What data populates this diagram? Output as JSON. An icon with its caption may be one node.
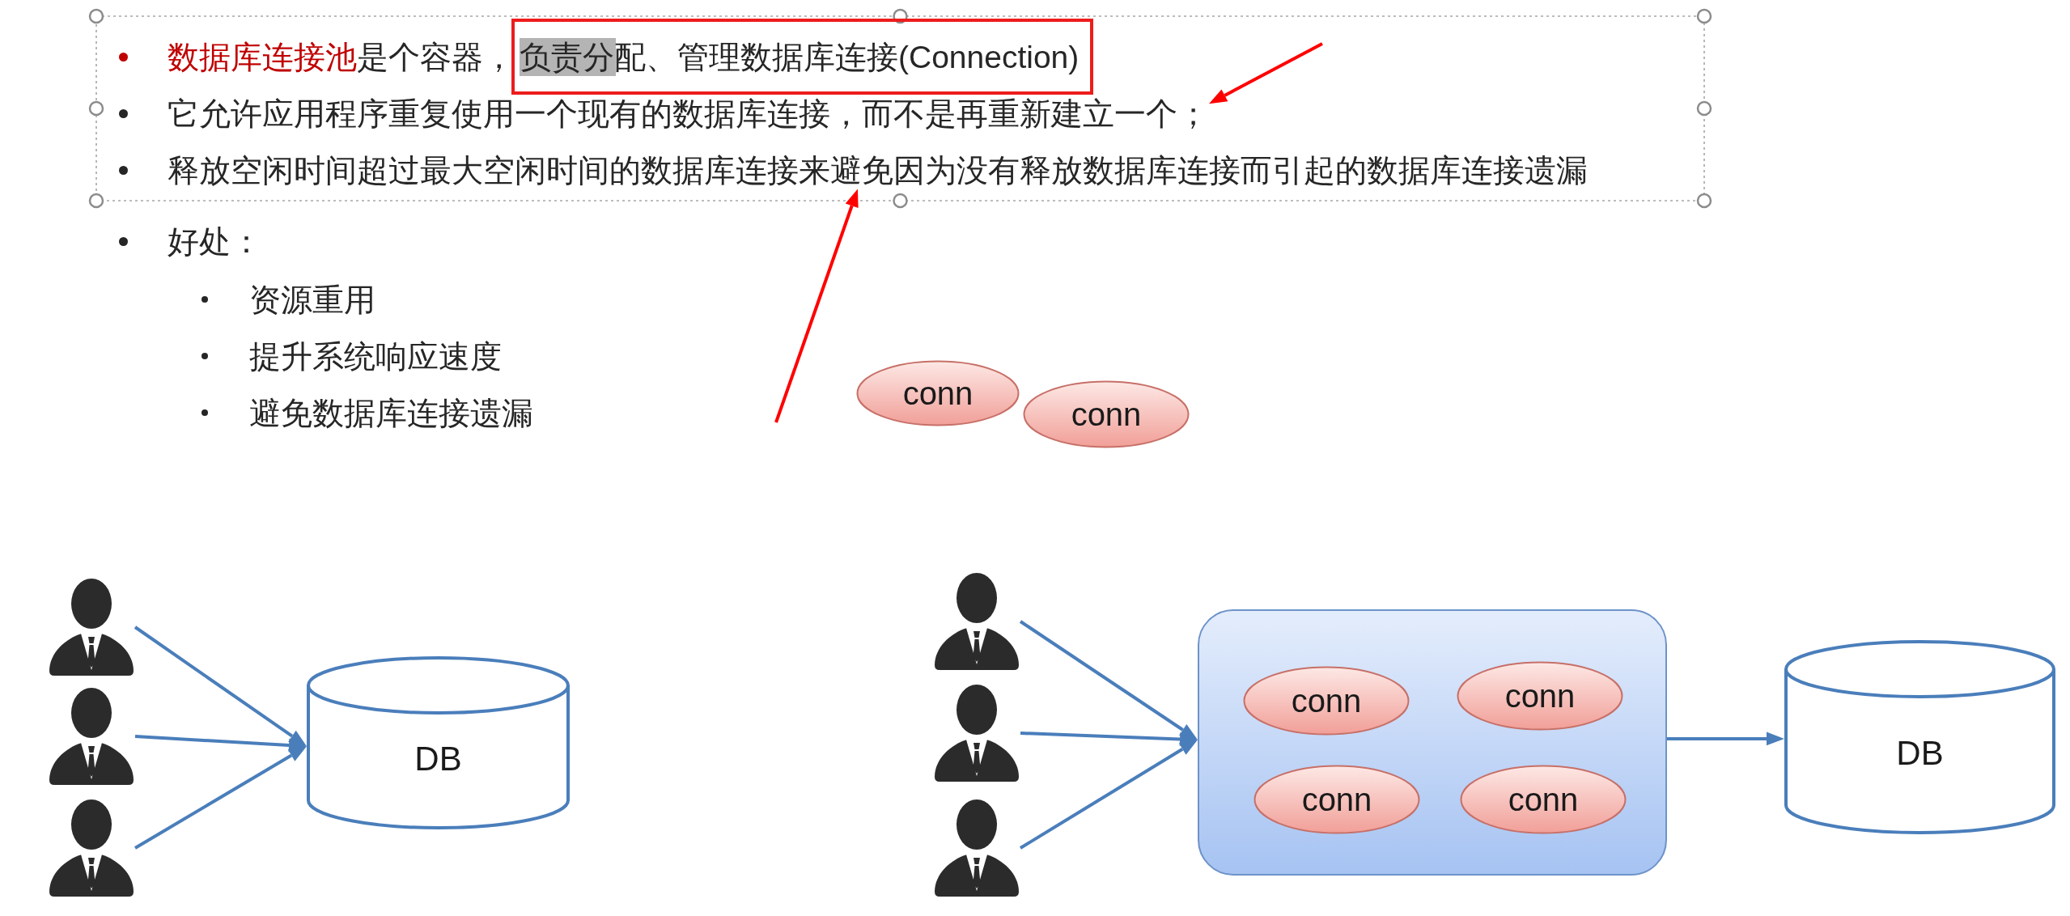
{
  "diagram": {
    "nodes": [
      {
        "text": [
          "负责分配、管理数据库连接(Connection)"
        ]
      },
      {
        "text": [
          "它允许应用程序重复使用一个现有的数据库连接，而不是再重新建立一个；"
        ]
      },
      {
        "text": [
          "释放空闲时间超过最大空闲时间的数据库连接来避免因为没有释放数据库连接而引起的数据库连接遗漏"
        ]
      },
      {
        "text": [
          "conn"
        ]
      },
      {
        "text": [
          "conn"
        ]
      },
      {
        "text": [],
        "shape": "person"
      },
      {
        "text": [],
        "shape": "person"
      },
      {
        "text": [],
        "shape": "person"
      },
      {
        "text": [
          "DB"
        ]
      },
      {
        "text": [],
        "shape": "person"
      },
      {
        "text": [],
        "shape": "person"
      },
      {
        "text": [],
        "shape": "person"
      },
      {
        "text": [],
        "shape": "box"
      },
      {
        "text": [
          "conn"
        ],
        "in": 12
      },
      {
        "text": [
          "conn"
        ],
        "in": 12
      },
      {
        "text": [
          "conn"
        ],
        "in": 12
      },
      {
        "text": [
          "conn"
        ],
        "in": 12
      },
      {
        "text": [
          "DB"
        ]
      }
    ],
    "edges": [
      {
        "from": null,
        "to": 1,
        "arrow": "to",
        "color": "#ff0000"
      },
      {
        "from": null,
        "to": 2,
        "arrow": "to",
        "color": "#ff0000"
      },
      {
        "from": 5,
        "to": 8,
        "arrow": "to"
      },
      {
        "from": 6,
        "to": 8,
        "arrow": "to"
      },
      {
        "from": 7,
        "to": 8,
        "arrow": "to"
      },
      {
        "from": 9,
        "to": 12,
        "arrow": "to"
      },
      {
        "from": 10,
        "to": 12,
        "arrow": "to"
      },
      {
        "from": 11,
        "to": 12,
        "arrow": "to"
      },
      {
        "from": 12,
        "to": 17,
        "arrow": "to"
      }
    ],
    "labels": [
      "数据库连接池",
      "是个容器，",
      "好处：",
      "资源重用",
      "提升系统响应速度",
      "避免数据库连接遗漏"
    ]
  }
}
